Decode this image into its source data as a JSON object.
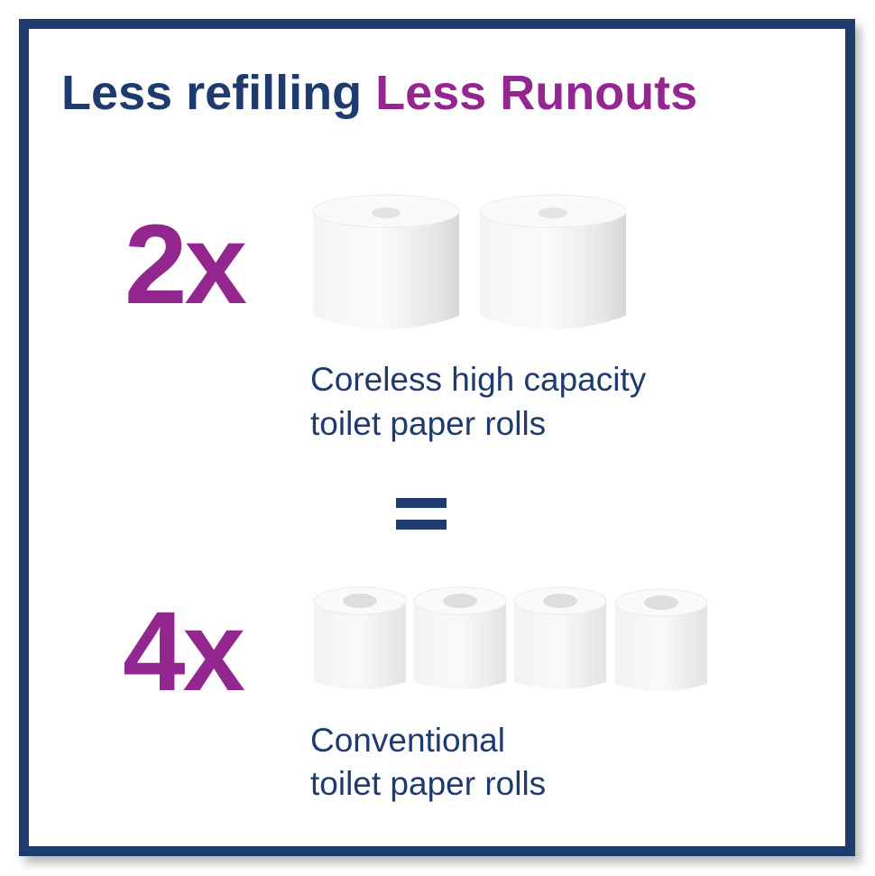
{
  "headline": {
    "part1": "Less refilling",
    "part2": "Less Runouts",
    "color1": "#1f3b6e",
    "color2": "#93278f"
  },
  "top_section": {
    "multiplier": "2x",
    "roll_count": 2,
    "description_line1": "Coreless high capacity",
    "description_line2": "toilet paper rolls"
  },
  "equals": "=",
  "bottom_section": {
    "multiplier": "4x",
    "roll_count": 4,
    "description_line1": "Conventional",
    "description_line2": "toilet paper rolls"
  },
  "colors": {
    "border": "#1f3b6e",
    "accent": "#93278f"
  }
}
